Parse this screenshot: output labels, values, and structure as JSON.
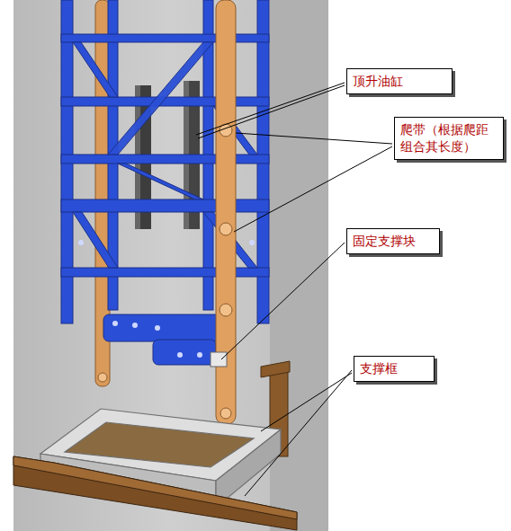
{
  "diagram": {
    "nodes": [
      {
        "text": [
          "顶升油缸"
        ]
      },
      {
        "text": [
          "爬带（根据爬距组合其长度）"
        ]
      },
      {
        "text": [
          "固定支撑块"
        ]
      },
      {
        "text": [
          "支撑框"
        ]
      }
    ]
  }
}
